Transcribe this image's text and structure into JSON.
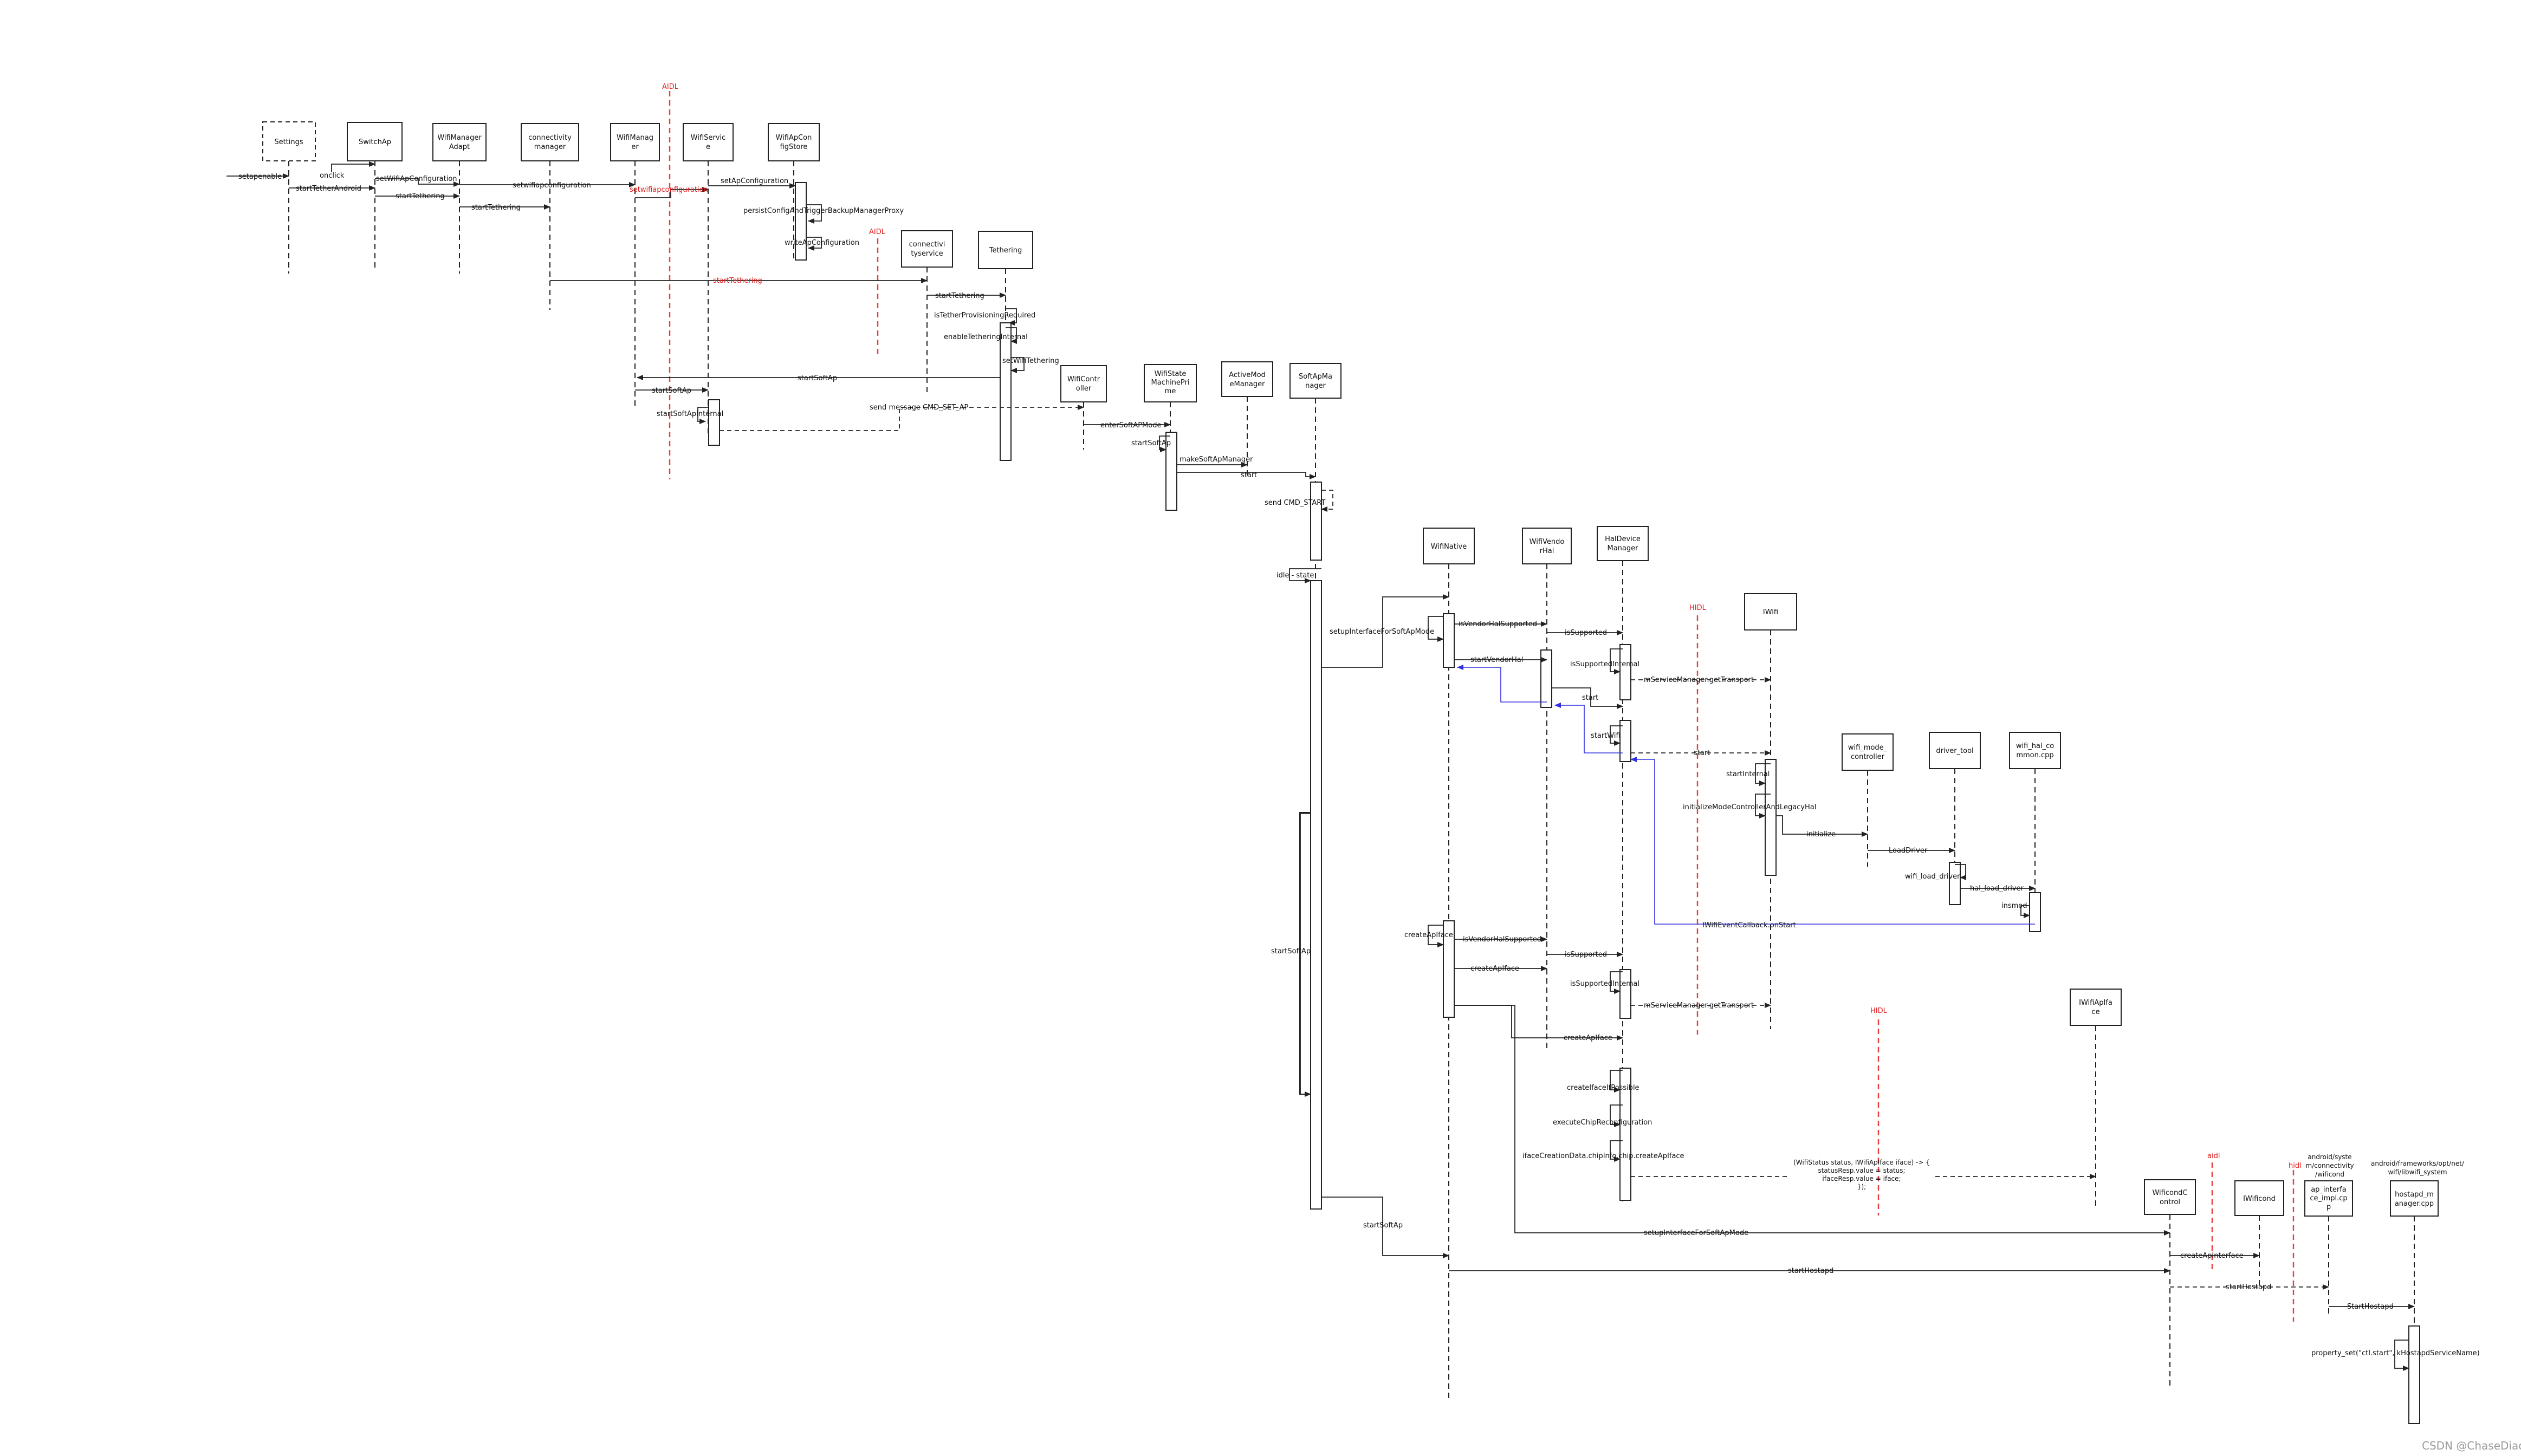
{
  "watermark": "CSDN @ChaseDiao",
  "participants": {
    "settings": "Settings",
    "switchap": [
      "SwitchAp"
    ],
    "wifimanager_adapt": [
      "WifiManager",
      "Adapt"
    ],
    "connectivity_manager": [
      "connectivity",
      "manager"
    ],
    "wifimanager": [
      "WifiManag",
      "er"
    ],
    "wifiservice": [
      "WifiServic",
      "e"
    ],
    "wifiapconfigstore": [
      "WifiApCon",
      "figStore"
    ],
    "connectivityservice": [
      "connectivi",
      "tyservice"
    ],
    "tethering": [
      "Tethering"
    ],
    "wificontroller": [
      "WifiContr",
      "oller"
    ],
    "wifistatemachineprime": [
      "WifiState",
      "MachinePri",
      "me"
    ],
    "activemodemanager": [
      "ActiveMod",
      "eManager"
    ],
    "softapmanager": [
      "SoftApMa",
      "nager"
    ],
    "wifinative": [
      "WifiNative"
    ],
    "wifivendorhal": [
      "WifiVendo",
      "rHal"
    ],
    "haldevicemanager": [
      "HalDevice",
      "Manager"
    ],
    "iwifi": [
      "IWifi"
    ],
    "wifi_mode_controller": [
      "wifi_mode_",
      "controller"
    ],
    "driver_tool": [
      "driver_tool"
    ],
    "wifi_hal_common": [
      "wifi_hal_co",
      "mmon.cpp"
    ],
    "iwifiapiface": [
      "IWifiApIfa",
      "ce"
    ],
    "wificond_control": [
      "WificondC",
      "ontrol"
    ],
    "iwificond": [
      "IWificond"
    ],
    "ap_interface_impl": [
      "ap_interfa",
      "ce_impl.cp",
      "p"
    ],
    "hostapd_manager": [
      "hostapd_m",
      "anager.cpp"
    ]
  },
  "boundaries": {
    "aidl_1": "AIDL",
    "aidl_2": "AIDL",
    "hidl_1": "HIDL",
    "hidl_2": "HIDL",
    "aidl_3": "aidl",
    "hidl_3": "hidl",
    "path_wificond": [
      "android/syste",
      "m/connectivity",
      "/wificond"
    ],
    "path_hostapd": [
      "android/frameworks/opt/net/",
      "wifi/libwifi_system"
    ]
  },
  "messages": {
    "m01": "setapenable",
    "m02": "onclick",
    "m03": "startTetherAndroid",
    "m04": "setWifiApConfiguration",
    "m05": "startTethering",
    "m06": "startTethering",
    "m07": "setwifiapconfiguration",
    "m08": "setwifiapconfiguration",
    "m09": "setApConfiguration",
    "m10": "persistConfigAndTriggerBackupManagerProxy",
    "m11": "writeApConfiguration",
    "m12": "startTethering",
    "m13": "startTethering",
    "m14": "isTetherProvisioningRequired",
    "m15": "enableTetheringInternal",
    "m16": "setWifiTethering",
    "m17": "startSoftAp",
    "m18": "startSoftAp",
    "m19": "startSoftApInternal",
    "m20": "send message CMD_SET_AP",
    "m21": "enterSoftAPMode",
    "m22": "startSoftAp",
    "m23": "makeSoftApManager",
    "m24": "start",
    "m25": "send CMD_START",
    "m26": "idle - state",
    "m27": "setupInterfaceForSoftApMode",
    "m28": "isVendorHalSupported",
    "m29": "isSupported",
    "m30": "startVendorHal",
    "m31": "isSupportedInternal",
    "m32": "mServiceManager.getTransport",
    "m33": "start",
    "m34": "startWifi",
    "m35": "start",
    "m36": "startInternal",
    "m37": "initializeModeControllerAndLegacyHal",
    "m38": "initialize",
    "m39": "LoadDriver",
    "m40": "wifi_load_driver",
    "m41": "hal_load_driver",
    "m42": "insmod",
    "m43": "IWifiEventCallback.onStart",
    "m44": "startSoftAp",
    "m45": "createApIface",
    "m46": "isVendorHalSupported",
    "m47": "isSupported",
    "m48": "createApIface",
    "m49": "isSupportedInternal",
    "m50": "mServiceManager.getTransport",
    "m51": "createApIface",
    "m52": "createIfaceIfPossible",
    "m53": "executeChipReconfiguration",
    "m54": "ifaceCreationData.chipInfo.chip.createApIface",
    "m55": [
      "(WifiStatus status, IWifiApIface iface) -> {",
      "statusResp.value = status;",
      "ifaceResp.value = iface;",
      "});"
    ],
    "m56": "startSoftAp",
    "m57": "setupInterfaceForSoftApMode",
    "m58": "createApInterface",
    "m59": "startHostapd",
    "m60": "startHostapd",
    "m61": "StartHostapd",
    "m62": "property_set(\"ctl.start\", kHostapdServiceName)"
  }
}
